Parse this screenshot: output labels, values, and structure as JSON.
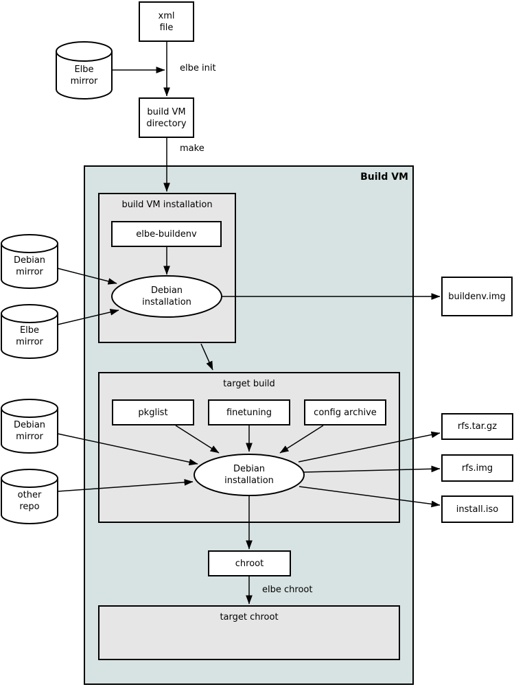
{
  "diagram": {
    "type": "flowchart",
    "clusters": {
      "build_vm": {
        "label": "Build VM"
      },
      "build_vm_installation": {
        "label": "build VM installation"
      },
      "target_build": {
        "label": "target build"
      },
      "target_chroot": {
        "label": "target chroot"
      }
    },
    "nodes": {
      "xml_file": {
        "label": "xml\nfile",
        "shape": "box"
      },
      "elbe_mirror_top": {
        "label": "Elbe\nmirror",
        "shape": "cylinder"
      },
      "build_vm_directory": {
        "label": "build VM\ndirectory",
        "shape": "box"
      },
      "elbe_buildenv": {
        "label": "elbe-buildenv",
        "shape": "box"
      },
      "debian_installation_1": {
        "label": "Debian\ninstallation",
        "shape": "ellipse"
      },
      "debian_mirror_1": {
        "label": "Debian\nmirror",
        "shape": "cylinder"
      },
      "elbe_mirror_2": {
        "label": "Elbe\nmirror",
        "shape": "cylinder"
      },
      "buildenv_img": {
        "label": "buildenv.img",
        "shape": "box"
      },
      "pkglist": {
        "label": "pkglist",
        "shape": "box"
      },
      "finetuning": {
        "label": "finetuning",
        "shape": "box"
      },
      "config_archive": {
        "label": "config archive",
        "shape": "box"
      },
      "debian_installation_2": {
        "label": "Debian\ninstallation",
        "shape": "ellipse"
      },
      "debian_mirror_2": {
        "label": "Debian\nmirror",
        "shape": "cylinder"
      },
      "other_repo": {
        "label": "other\nrepo",
        "shape": "cylinder"
      },
      "rfs_tar_gz": {
        "label": "rfs.tar.gz",
        "shape": "box"
      },
      "rfs_img": {
        "label": "rfs.img",
        "shape": "box"
      },
      "install_iso": {
        "label": "install.iso",
        "shape": "box"
      },
      "chroot": {
        "label": "chroot",
        "shape": "box"
      }
    },
    "edge_labels": {
      "elbe_init": "elbe init",
      "make": "make",
      "elbe_chroot": "elbe chroot"
    },
    "colors": {
      "background": "#ffffff",
      "build_vm_fill": "#d7e3e2",
      "inner_cluster_fill": "#e6e6e6",
      "node_fill": "#ffffff",
      "stroke": "#000000"
    }
  }
}
